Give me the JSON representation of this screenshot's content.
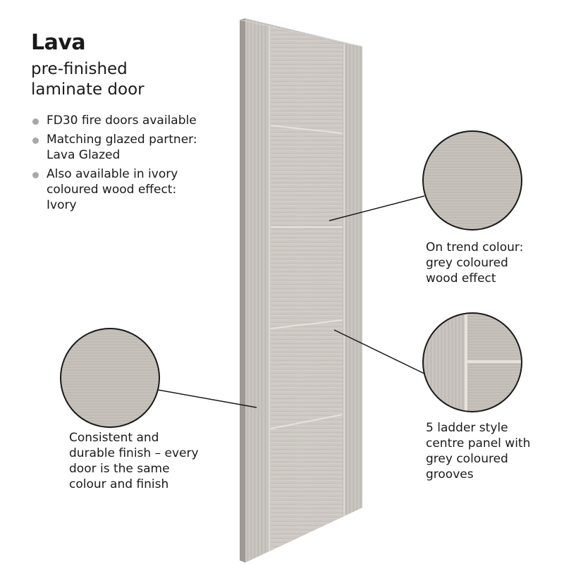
{
  "product": {
    "name": "Lava",
    "subtitle_lines": [
      "pre-finished",
      "laminate door"
    ]
  },
  "features": [
    {
      "lines": [
        "FD30 fire doors available"
      ]
    },
    {
      "lines": [
        "Matching glazed partner:",
        "Lava Glazed"
      ]
    },
    {
      "lines": [
        "Also available in ivory",
        "coloured wood effect:",
        "Ivory"
      ]
    }
  ],
  "callouts": [
    {
      "id": "colour",
      "lines": [
        "On trend colour:",
        "grey coloured",
        "wood effect"
      ]
    },
    {
      "id": "grooves",
      "lines": [
        "5 ladder style",
        "centre panel with",
        "grey coloured",
        "grooves"
      ]
    },
    {
      "id": "finish",
      "lines": [
        "Consistent and",
        "durable finish – every",
        "door is the same",
        "colour and finish"
      ]
    }
  ],
  "colors": {
    "door_face": "#cdc8c3",
    "door_edge": "#b3aea9",
    "groove": "#e6e2dc",
    "bullet": "#a8a8a8",
    "leader_line": "#1a1a1a"
  }
}
